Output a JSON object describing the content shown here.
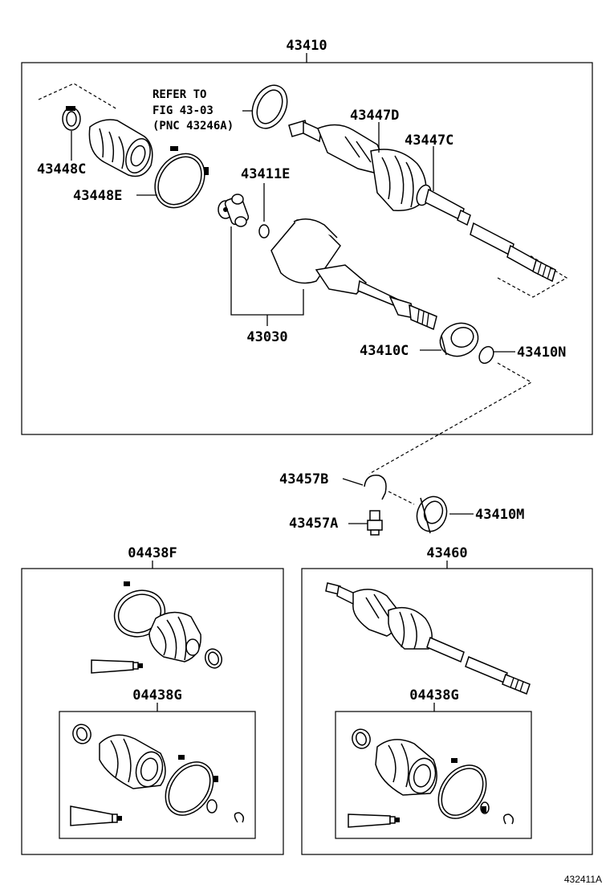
{
  "main_assembly": {
    "part_number": "43410",
    "note_lines": [
      "REFER TO",
      "FIG 43-03",
      "(PNC 43246A)"
    ],
    "labels": {
      "clamp_small": "43448C",
      "clamp_large": "43448E",
      "tripod_snap_ring": "43411E",
      "boot_clamp_outboard": "43447D",
      "boot_outboard": "43447C",
      "inboard_joint": "43030",
      "bearing": "43410C",
      "snap_ring": "43410N"
    }
  },
  "middle_parts": {
    "hole_snap_ring": "43457B",
    "bolt": "43457A",
    "dust_seal": "43410M"
  },
  "boot_kit_left": {
    "part_number": "04438F",
    "inner_kit": "04438G"
  },
  "shaft_right": {
    "part_number": "43460",
    "inner_kit": "04438G"
  },
  "figure_code": "432411A"
}
